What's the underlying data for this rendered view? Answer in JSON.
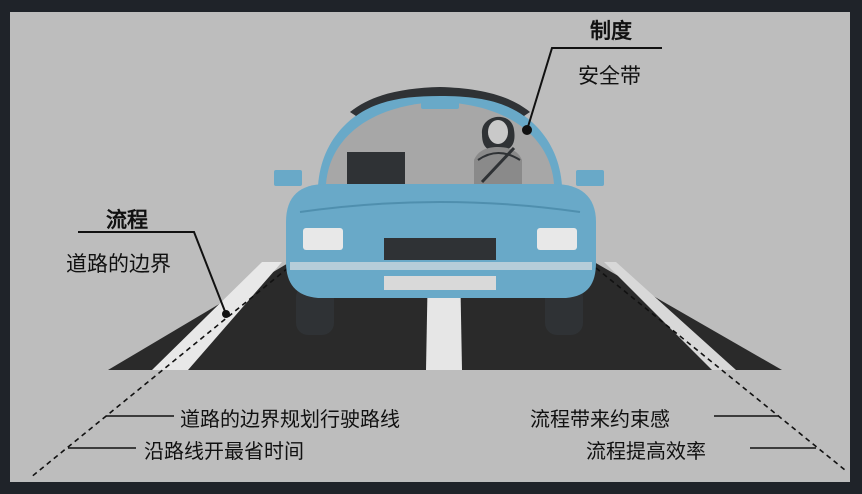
{
  "labels": {
    "system": {
      "title": "制度",
      "subtitle": "安全带"
    },
    "process": {
      "title": "流程",
      "subtitle": "道路的边界"
    },
    "bottom_left": [
      "道路的边界规划行驶路线",
      "沿路线开最省时间"
    ],
    "bottom_right": [
      "流程带来约束感",
      "流程提高效率"
    ]
  },
  "colors": {
    "background": "#1f2329",
    "panel": "#bdbdbd",
    "road": "#2a2a2a",
    "car_body": "#69a9c8",
    "car_dark": "#2f3235",
    "text": "#111111"
  }
}
